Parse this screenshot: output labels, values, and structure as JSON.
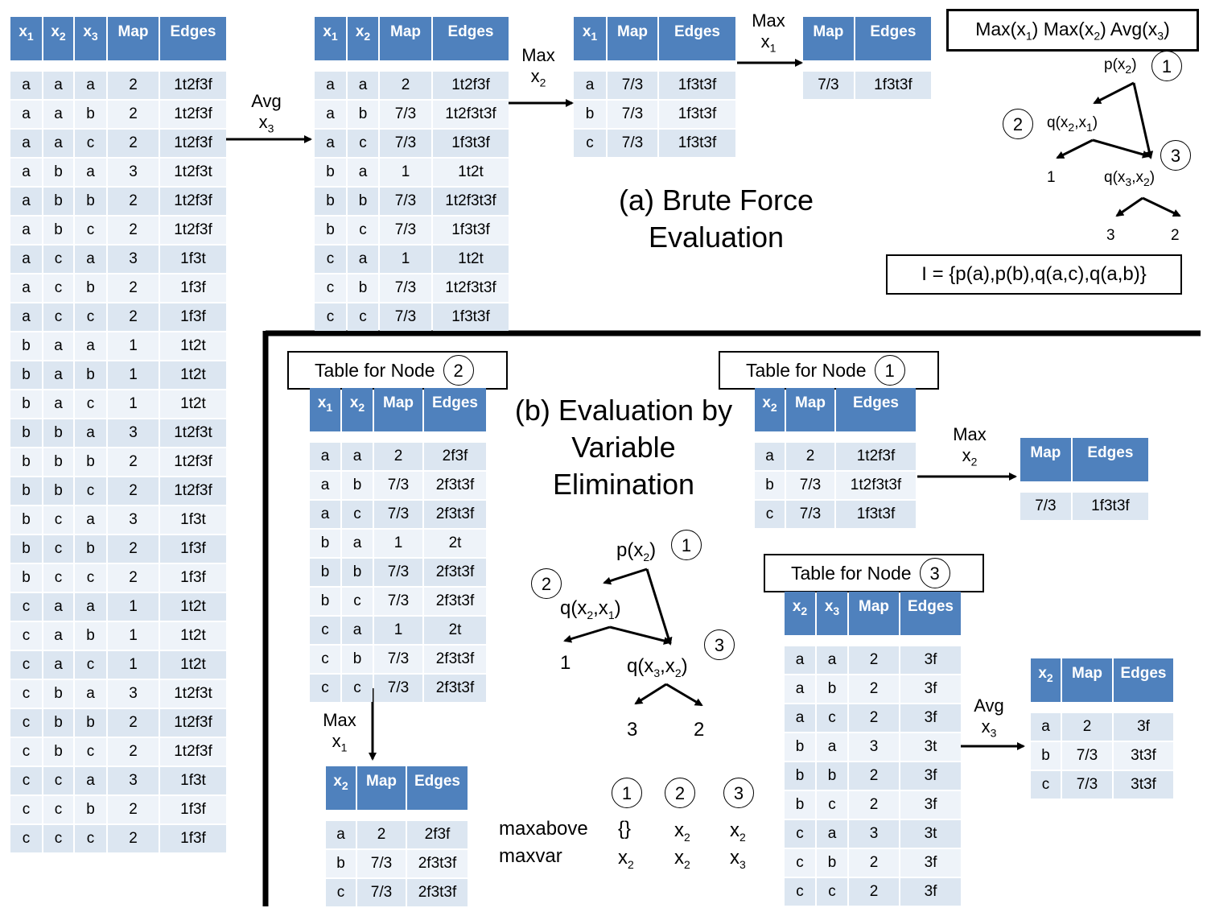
{
  "tables": {
    "bf_full": {
      "headers": [
        "x<sub>1</sub>",
        "x<sub>2</sub>",
        "x<sub>3</sub>",
        "Map",
        "Edges"
      ],
      "rows": [
        [
          "a",
          "a",
          "a",
          "2",
          "1t2f3f"
        ],
        [
          "a",
          "a",
          "b",
          "2",
          "1t2f3f"
        ],
        [
          "a",
          "a",
          "c",
          "2",
          "1t2f3f"
        ],
        [
          "a",
          "b",
          "a",
          "3",
          "1t2f3t"
        ],
        [
          "a",
          "b",
          "b",
          "2",
          "1t2f3f"
        ],
        [
          "a",
          "b",
          "c",
          "2",
          "1t2f3f"
        ],
        [
          "a",
          "c",
          "a",
          "3",
          "1f3t"
        ],
        [
          "a",
          "c",
          "b",
          "2",
          "1f3f"
        ],
        [
          "a",
          "c",
          "c",
          "2",
          "1f3f"
        ],
        [
          "b",
          "a",
          "a",
          "1",
          "1t2t"
        ],
        [
          "b",
          "a",
          "b",
          "1",
          "1t2t"
        ],
        [
          "b",
          "a",
          "c",
          "1",
          "1t2t"
        ],
        [
          "b",
          "b",
          "a",
          "3",
          "1t2f3t"
        ],
        [
          "b",
          "b",
          "b",
          "2",
          "1t2f3f"
        ],
        [
          "b",
          "b",
          "c",
          "2",
          "1t2f3f"
        ],
        [
          "b",
          "c",
          "a",
          "3",
          "1f3t"
        ],
        [
          "b",
          "c",
          "b",
          "2",
          "1f3f"
        ],
        [
          "b",
          "c",
          "c",
          "2",
          "1f3f"
        ],
        [
          "c",
          "a",
          "a",
          "1",
          "1t2t"
        ],
        [
          "c",
          "a",
          "b",
          "1",
          "1t2t"
        ],
        [
          "c",
          "a",
          "c",
          "1",
          "1t2t"
        ],
        [
          "c",
          "b",
          "a",
          "3",
          "1t2f3t"
        ],
        [
          "c",
          "b",
          "b",
          "2",
          "1t2f3f"
        ],
        [
          "c",
          "b",
          "c",
          "2",
          "1t2f3f"
        ],
        [
          "c",
          "c",
          "a",
          "3",
          "1f3t"
        ],
        [
          "c",
          "c",
          "b",
          "2",
          "1f3f"
        ],
        [
          "c",
          "c",
          "c",
          "2",
          "1f3f"
        ]
      ]
    },
    "bf_avg": {
      "headers": [
        "x<sub>1</sub>",
        "x<sub>2</sub>",
        "Map",
        "Edges"
      ],
      "rows": [
        [
          "a",
          "a",
          "2",
          "1t2f3f"
        ],
        [
          "a",
          "b",
          "7/3",
          "1t2f3t3f"
        ],
        [
          "a",
          "c",
          "7/3",
          "1f3t3f"
        ],
        [
          "b",
          "a",
          "1",
          "1t2t"
        ],
        [
          "b",
          "b",
          "7/3",
          "1t2f3t3f"
        ],
        [
          "b",
          "c",
          "7/3",
          "1f3t3f"
        ],
        [
          "c",
          "a",
          "1",
          "1t2t"
        ],
        [
          "c",
          "b",
          "7/3",
          "1t2f3t3f"
        ],
        [
          "c",
          "c",
          "7/3",
          "1f3t3f"
        ]
      ]
    },
    "bf_max2": {
      "headers": [
        "x<sub>1</sub>",
        "Map",
        "Edges"
      ],
      "rows": [
        [
          "a",
          "7/3",
          "1f3t3f"
        ],
        [
          "b",
          "7/3",
          "1f3t3f"
        ],
        [
          "c",
          "7/3",
          "1f3t3f"
        ]
      ]
    },
    "bf_max1": {
      "headers": [
        "Map",
        "Edges"
      ],
      "rows": [
        [
          "7/3",
          "1f3t3f"
        ]
      ]
    },
    "ve_node2": {
      "headers": [
        "x<sub>1</sub>",
        "x<sub>2</sub>",
        "Map",
        "Edges"
      ],
      "rows": [
        [
          "a",
          "a",
          "2",
          "2f3f"
        ],
        [
          "a",
          "b",
          "7/3",
          "2f3t3f"
        ],
        [
          "a",
          "c",
          "7/3",
          "2f3t3f"
        ],
        [
          "b",
          "a",
          "1",
          "2t"
        ],
        [
          "b",
          "b",
          "7/3",
          "2f3t3f"
        ],
        [
          "b",
          "c",
          "7/3",
          "2f3t3f"
        ],
        [
          "c",
          "a",
          "1",
          "2t"
        ],
        [
          "c",
          "b",
          "7/3",
          "2f3t3f"
        ],
        [
          "c",
          "c",
          "7/3",
          "2f3t3f"
        ]
      ]
    },
    "ve_node2_max": {
      "headers": [
        "x<sub>2</sub>",
        "Map",
        "Edges"
      ],
      "rows": [
        [
          "a",
          "2",
          "2f3f"
        ],
        [
          "b",
          "7/3",
          "2f3t3f"
        ],
        [
          "c",
          "7/3",
          "2f3t3f"
        ]
      ]
    },
    "ve_node1": {
      "headers": [
        "x<sub>2</sub>",
        "Map",
        "Edges"
      ],
      "rows": [
        [
          "a",
          "2",
          "1t2f3f"
        ],
        [
          "b",
          "7/3",
          "1t2f3t3f"
        ],
        [
          "c",
          "7/3",
          "1f3t3f"
        ]
      ]
    },
    "ve_node1_max": {
      "headers": [
        "Map",
        "Edges"
      ],
      "rows": [
        [
          "7/3",
          "1f3t3f"
        ]
      ]
    },
    "ve_node3": {
      "headers": [
        "x<sub>2</sub>",
        "x<sub>3</sub>",
        "Map",
        "Edges"
      ],
      "rows": [
        [
          "a",
          "a",
          "2",
          "3f"
        ],
        [
          "a",
          "b",
          "2",
          "3f"
        ],
        [
          "a",
          "c",
          "2",
          "3f"
        ],
        [
          "b",
          "a",
          "3",
          "3t"
        ],
        [
          "b",
          "b",
          "2",
          "3f"
        ],
        [
          "b",
          "c",
          "2",
          "3f"
        ],
        [
          "c",
          "a",
          "3",
          "3t"
        ],
        [
          "c",
          "b",
          "2",
          "3f"
        ],
        [
          "c",
          "c",
          "2",
          "3f"
        ]
      ]
    },
    "ve_node3_avg": {
      "headers": [
        "x<sub>2</sub>",
        "Map",
        "Edges"
      ],
      "rows": [
        [
          "a",
          "2",
          "3f"
        ],
        [
          "b",
          "7/3",
          "3t3f"
        ],
        [
          "c",
          "7/3",
          "3t3f"
        ]
      ]
    }
  },
  "labels": {
    "avg_x3_a": "Avg<br>x<sub>3</sub>",
    "max_x2_a": "Max<br>x<sub>2</sub>",
    "max_x1_a": "Max<br>x<sub>1</sub>",
    "max_x1_b": "Max<br>x<sub>1</sub>",
    "max_x2_b": "Max<br>x<sub>2</sub>",
    "avg_x3_b": "Avg<br>x<sub>3</sub>"
  },
  "titles": {
    "brute": "(a) Brute Force<br>Evaluation",
    "ve": "(b) Evaluation by<br>Variable<br>Elimination"
  },
  "query": "Max(x<sub>1</sub>) Max(x<sub>2</sub>) Avg(x<sub>3</sub>)",
  "instance": "I = {p(a),p(b),q(a,c),q(a,b)}",
  "node_tables": {
    "node2": {
      "text": "Table for Node",
      "num": "2"
    },
    "node1": {
      "text": "Table for Node",
      "num": "1"
    },
    "node3": {
      "text": "Table for Node",
      "num": "3"
    }
  },
  "tree": {
    "root": "p(x<sub>2</sub>)",
    "mid": "q(x<sub>2</sub>,x<sub>1</sub>)",
    "right": "q(x<sub>3</sub>,x<sub>2</sub>)",
    "leaf1": "1",
    "leaf3": "3",
    "leaf2": "2",
    "n1": "1",
    "n2": "2",
    "n3": "3"
  },
  "maxinfo": {
    "nodes": [
      "1",
      "2",
      "3"
    ],
    "maxabove_label": "maxabove",
    "maxvar_label": "maxvar",
    "maxabove": [
      "{}",
      "x<sub>2</sub>",
      "x<sub>2</sub>"
    ],
    "maxvar": [
      "x<sub>2</sub>",
      "x<sub>2</sub>",
      "x<sub>3</sub>"
    ]
  }
}
